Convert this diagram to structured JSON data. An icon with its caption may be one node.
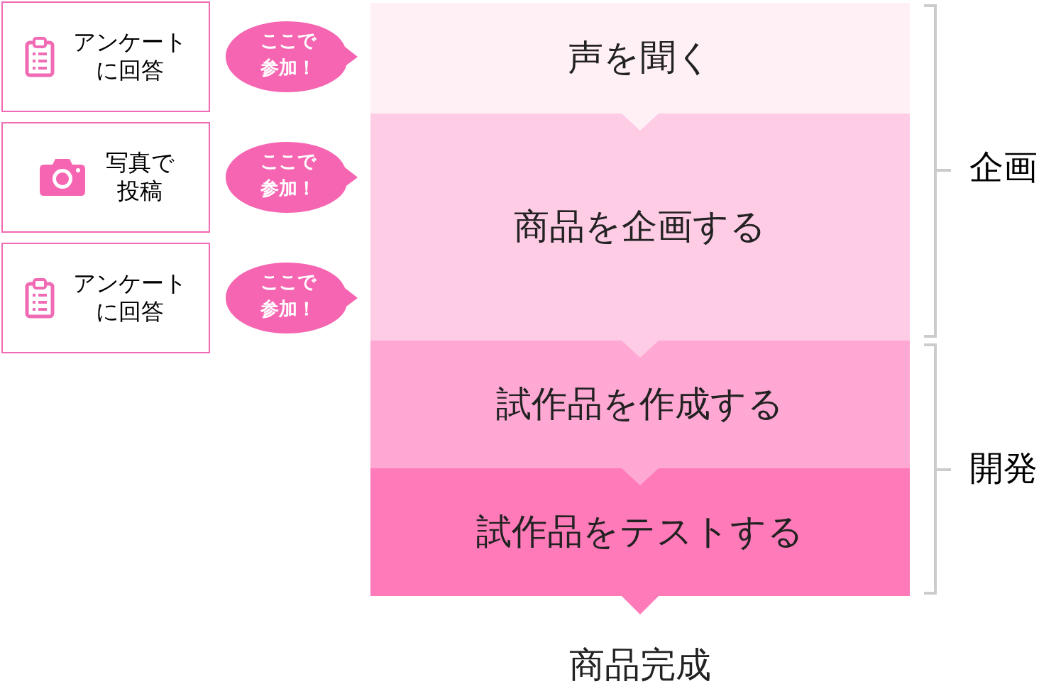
{
  "diagram": {
    "nodes": [
      {
        "text": [
          "アンケートに回答"
        ]
      },
      {
        "text": [
          "写真で投稿"
        ]
      },
      {
        "text": [
          "アンケートに回答"
        ]
      },
      {
        "text": [
          "ここで参加！"
        ]
      },
      {
        "text": [
          "ここで参加！"
        ]
      },
      {
        "text": [
          "ここで参加！"
        ]
      },
      {
        "text": [
          "声を聞く"
        ]
      },
      {
        "text": [
          "商品を企画する"
        ]
      },
      {
        "text": [
          "試作品を作成する"
        ]
      },
      {
        "text": [
          "試作品をテストする"
        ]
      },
      {
        "text": [
          "商品完成"
        ]
      }
    ],
    "edges": [
      {
        "from": 6,
        "to": 7,
        "arrow": "to"
      },
      {
        "from": 7,
        "to": 8,
        "arrow": "to"
      },
      {
        "from": 8,
        "to": 9,
        "arrow": "to"
      },
      {
        "from": 9,
        "to": 10,
        "arrow": "to"
      }
    ],
    "labels": [
      "企画",
      "開発"
    ]
  }
}
